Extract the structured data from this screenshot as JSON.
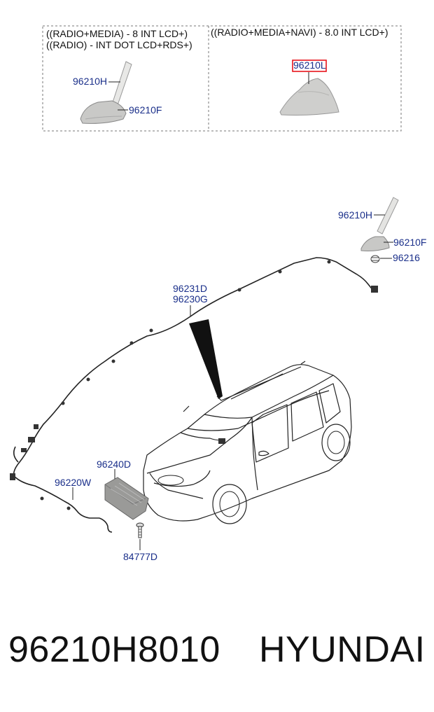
{
  "variants": {
    "left_line1": "((RADIO+MEDIA) - 8 INT LCD+)",
    "left_line2": "((RADIO) - INT DOT LCD+RDS+)",
    "right_line1": "((RADIO+MEDIA+NAVI) - 8.0 INT LCD+)"
  },
  "callouts": {
    "inset_h": "96210H",
    "inset_f": "96210F",
    "inset_l": "96210L",
    "roof_h": "96210H",
    "roof_f": "96210F",
    "roof_nut": "96216",
    "cable_a": "96231D",
    "cable_b": "96230G",
    "amp": "96240D",
    "wire": "96220W",
    "screw": "84777D"
  },
  "highlight_color": "#e8141c",
  "label_color": "#1a2f8a",
  "footer": {
    "part_number": "96210H8010",
    "brand": "HYUNDAI"
  }
}
